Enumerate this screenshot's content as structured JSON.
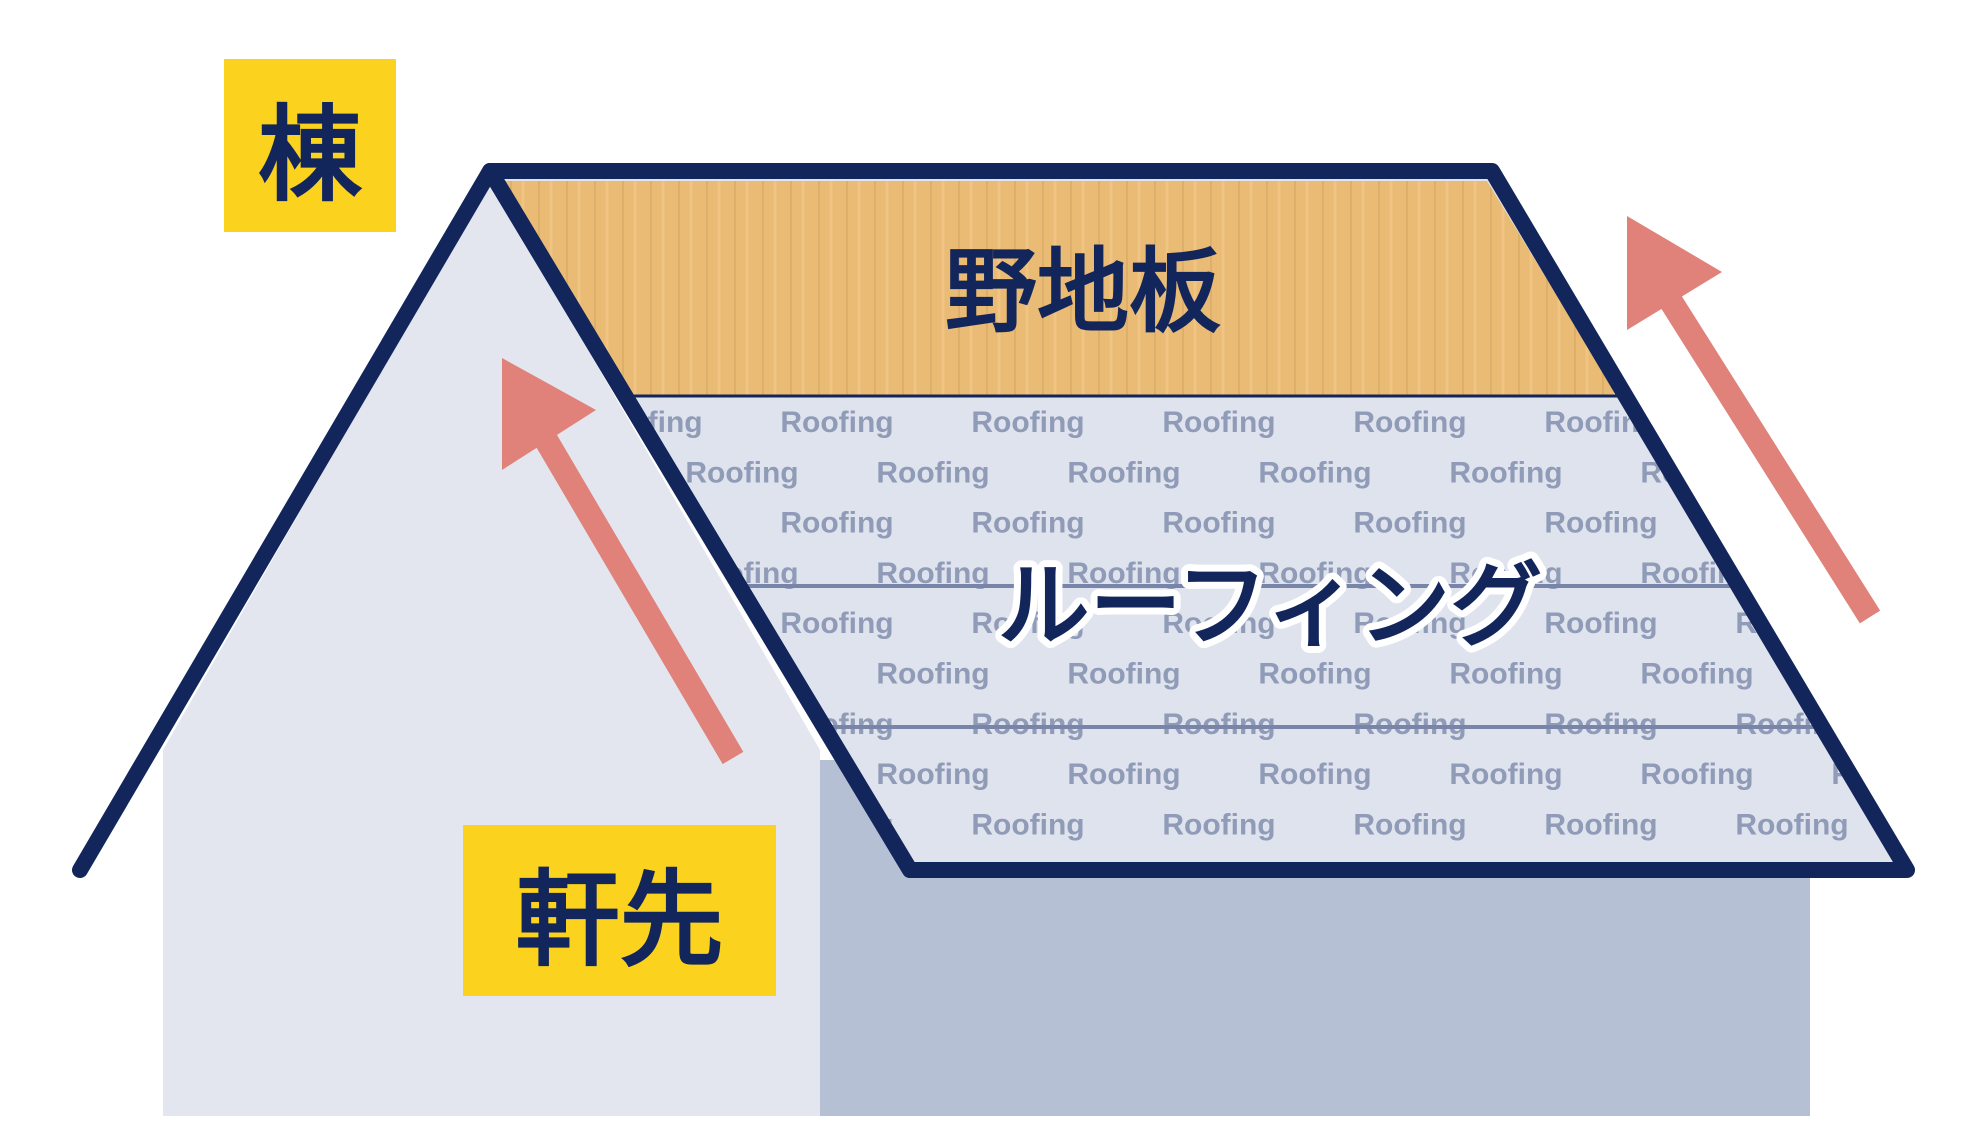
{
  "labels": {
    "ridge": "棟",
    "eaves": "軒先",
    "sheathing": "野地板",
    "roofing": "ルーフィング"
  },
  "watermark": "Roofing",
  "colors": {
    "navy": "#13265c",
    "highlight_yellow": "#fbd21e",
    "sheathing_wood": "#e9bb74",
    "roofing_sheet": "#dfe3ee",
    "wall_light": "#e3e6ef",
    "wall_shadow": "#b6c0d4",
    "arrow": "#e0817a",
    "watermark_text": "#8f9bb7"
  },
  "icons": {
    "arrow_left": "arrow-up-right-icon",
    "arrow_right": "arrow-up-right-icon"
  }
}
